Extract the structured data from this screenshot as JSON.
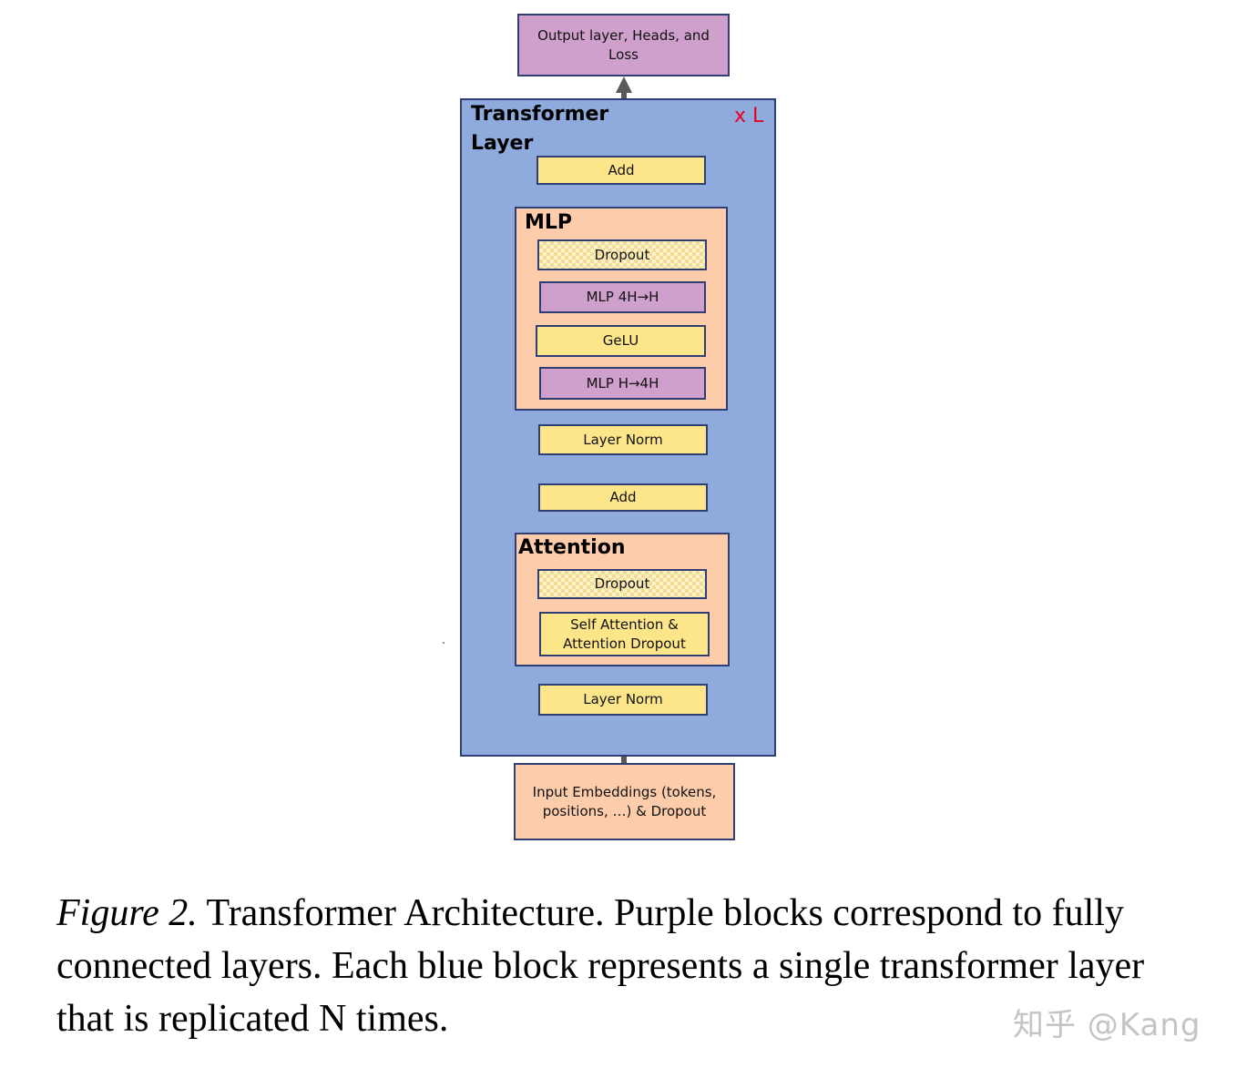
{
  "diagram": {
    "output": "Output layer, Heads, and Loss",
    "transformer_layer_title": "Transformer Layer",
    "repeat_label": "x L",
    "add_top": "Add",
    "mlp": {
      "title": "MLP",
      "dropout": "Dropout",
      "mlp_4h_h": "MLP 4H→H",
      "gelu": "GeLU",
      "mlp_h_4h": "MLP H→4H"
    },
    "layer_norm_top": "Layer Norm",
    "add_bottom": "Add",
    "attention": {
      "title": "Attention",
      "dropout": "Dropout",
      "self_attention": "Self Attention & Attention Dropout"
    },
    "layer_norm_bottom": "Layer Norm",
    "input": "Input Embeddings (tokens, positions, …) & Dropout"
  },
  "caption": {
    "figure_label": "Figure 2.",
    "text": "Transformer Architecture. Purple blocks correspond to fully connected layers. Each blue block represents a single transformer layer that is replicated N times."
  },
  "watermark": "知乎 @Kang",
  "colors": {
    "transformer_block": "#8faadc",
    "sub_block": "#fdccab",
    "yellow_block": "#fde58a",
    "purple_block": "#cfa0cc",
    "arrow": "#595959",
    "repeat_label": "#e8001c"
  }
}
